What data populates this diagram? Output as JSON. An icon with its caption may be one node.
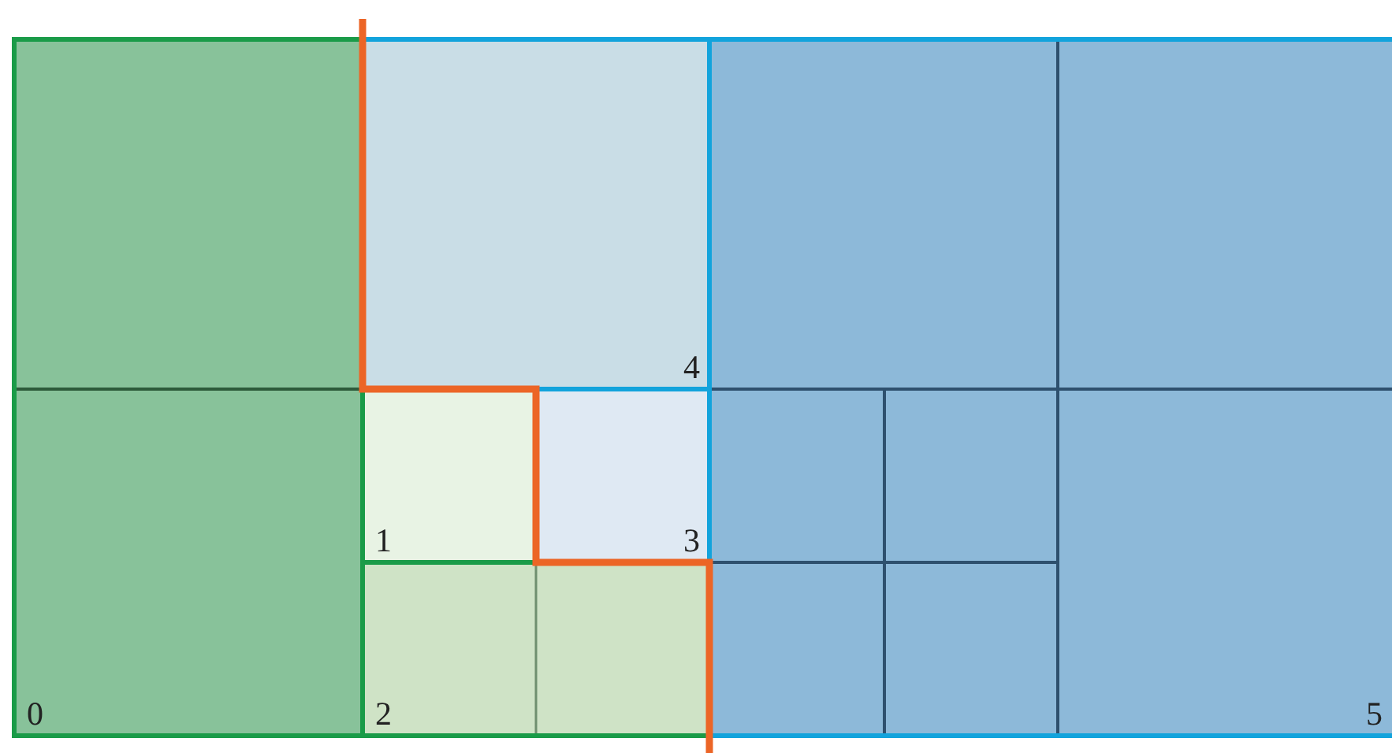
{
  "diagram": {
    "nodes": [
      {
        "text": [
          "0"
        ]
      },
      {
        "text": [
          "1"
        ]
      },
      {
        "text": [
          "2"
        ]
      },
      {
        "text": [
          "3"
        ]
      },
      {
        "text": [
          "4"
        ]
      },
      {
        "text": [
          "5"
        ]
      }
    ]
  }
}
